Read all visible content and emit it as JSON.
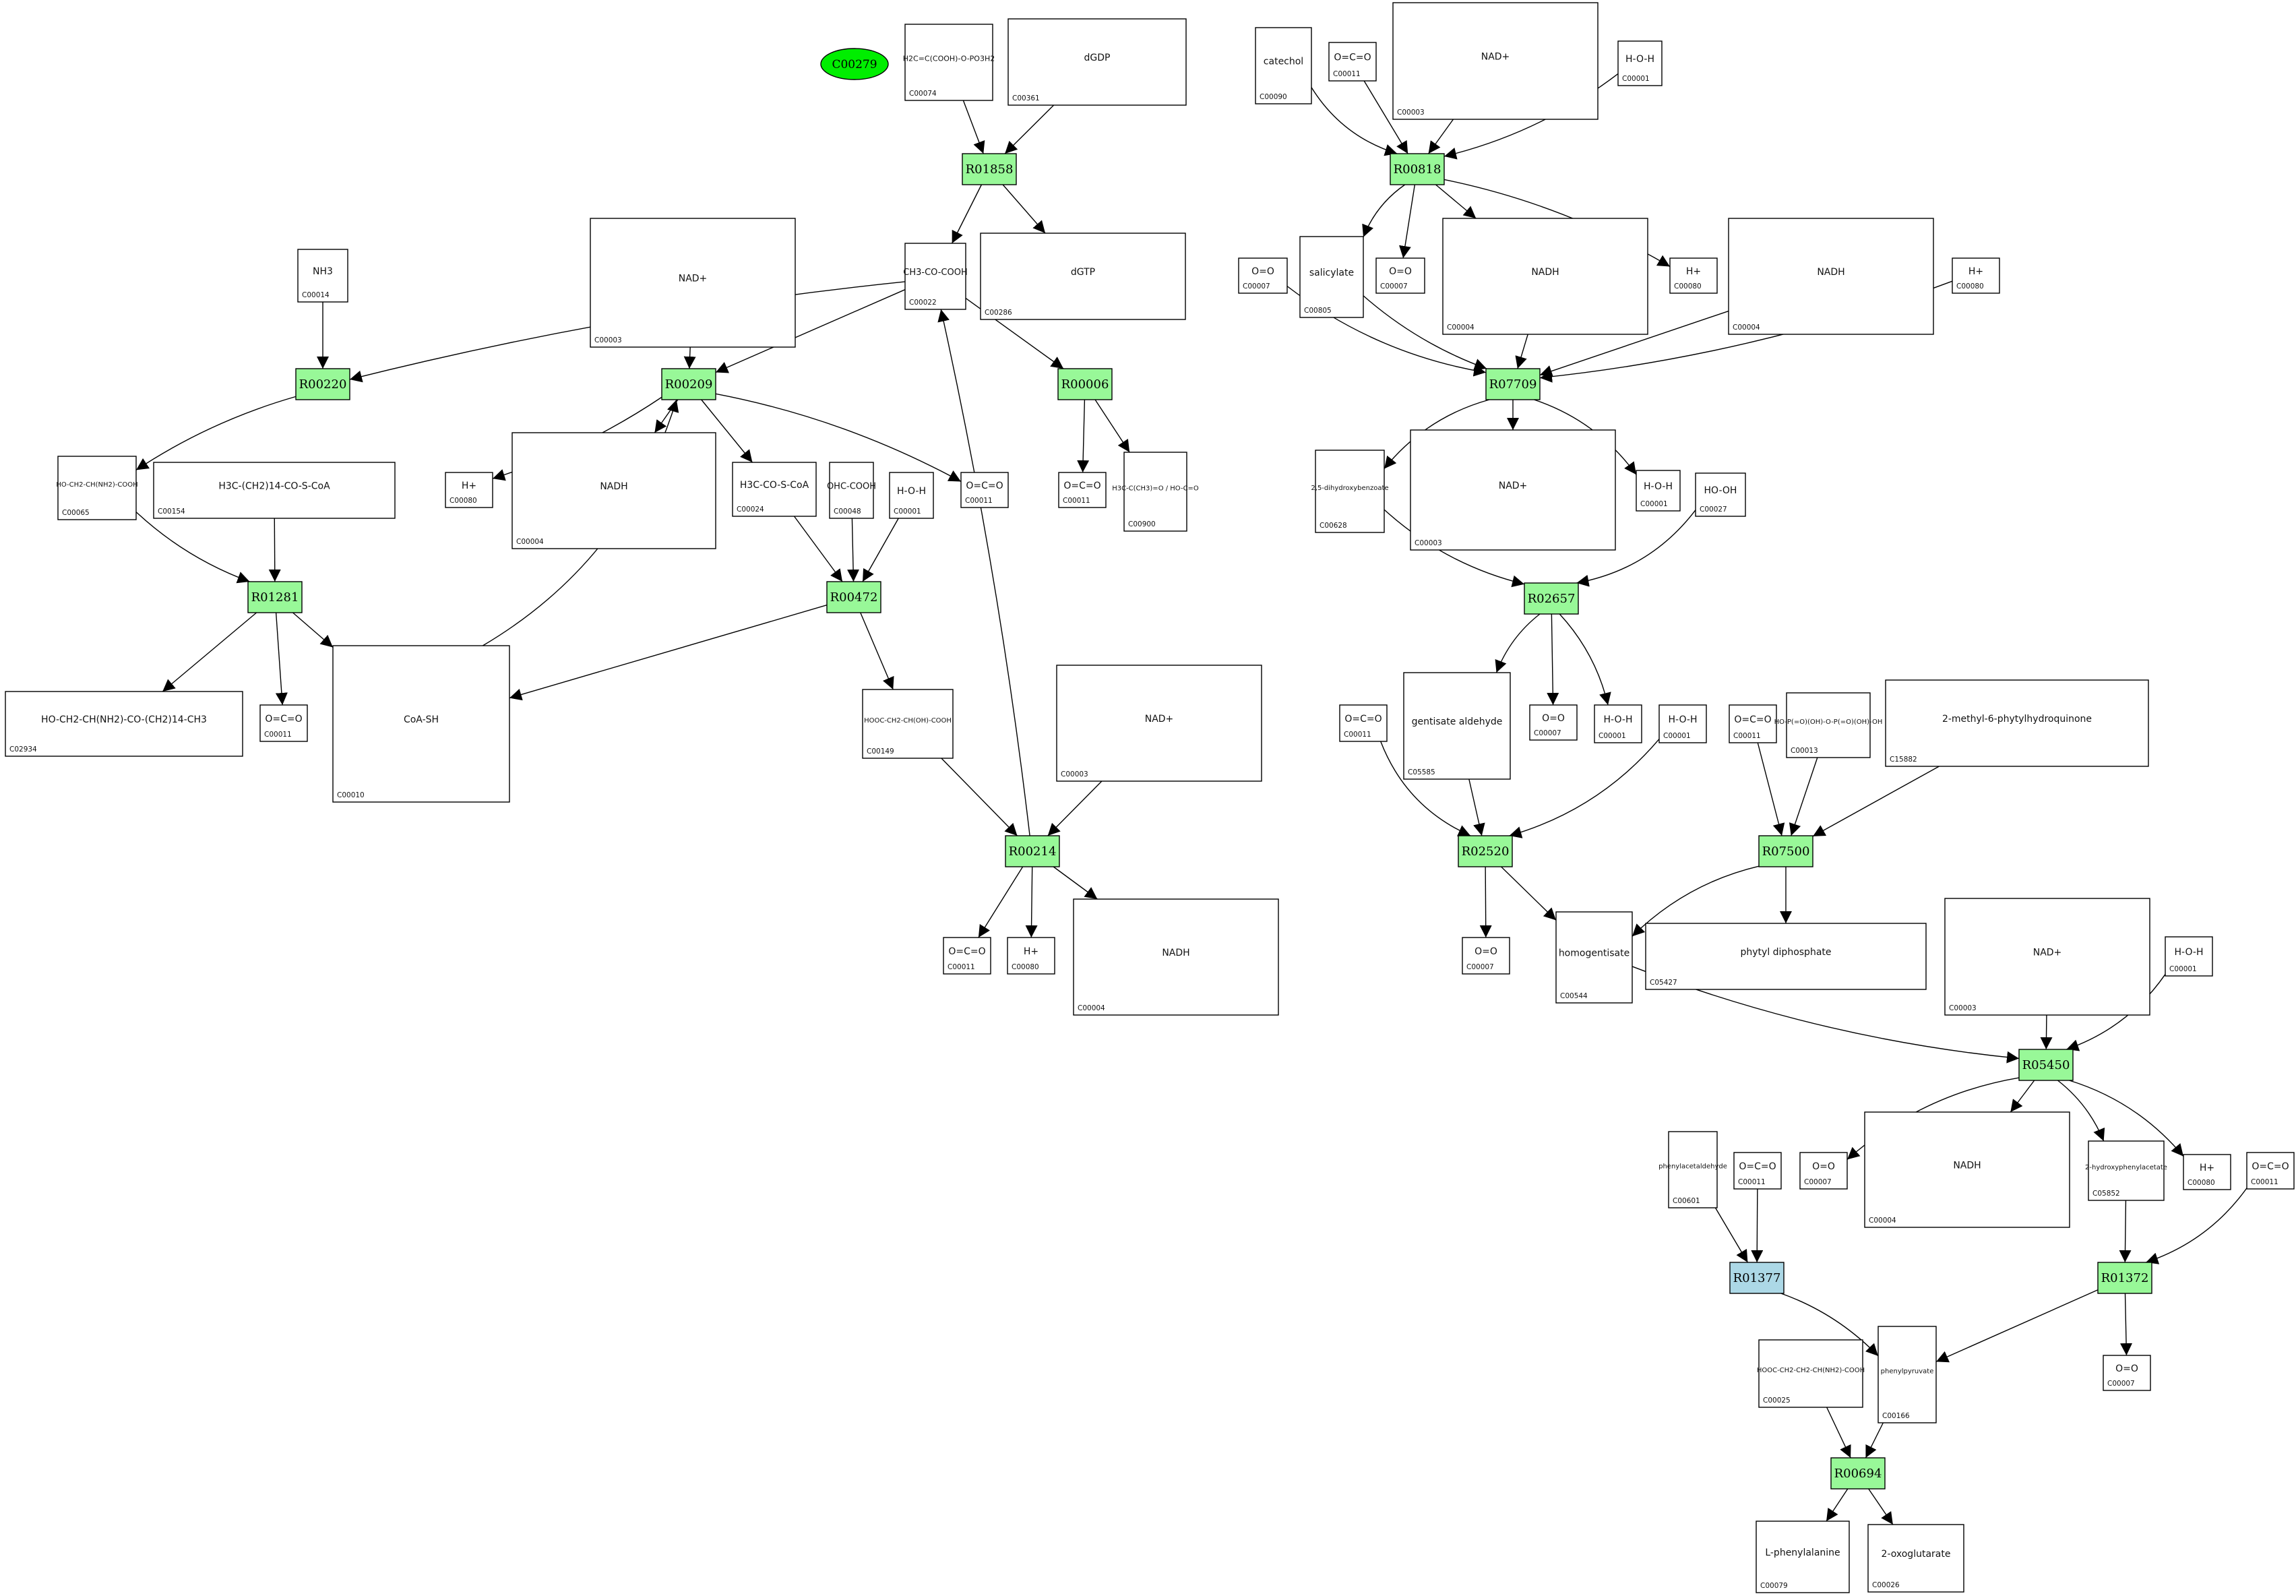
{
  "diagram": {
    "title": "",
    "reactions": [
      {
        "id": "R01858",
        "highlight": false
      },
      {
        "id": "R00220",
        "highlight": false
      },
      {
        "id": "R00209",
        "highlight": false
      },
      {
        "id": "R00006",
        "highlight": false
      },
      {
        "id": "R01281",
        "highlight": false
      },
      {
        "id": "R00472",
        "highlight": false
      },
      {
        "id": "R00214",
        "highlight": false
      },
      {
        "id": "R00818",
        "highlight": false
      },
      {
        "id": "R07709",
        "highlight": false
      },
      {
        "id": "R02657",
        "highlight": false
      },
      {
        "id": "R02520",
        "highlight": false
      },
      {
        "id": "R07500",
        "highlight": false
      },
      {
        "id": "R05450",
        "highlight": false
      },
      {
        "id": "R01377",
        "highlight": true
      },
      {
        "id": "R01372",
        "highlight": false
      },
      {
        "id": "R00694",
        "highlight": false
      }
    ],
    "focus_compound": "C00279",
    "compounds": [
      {
        "key": "c00074",
        "id": "C00074",
        "formula": "H2C=C(COOH)-O-PO3H2"
      },
      {
        "key": "c00361",
        "id": "C00361",
        "formula": "dGDP"
      },
      {
        "key": "c00014",
        "id": "C00014",
        "formula": "NH3"
      },
      {
        "key": "c00003a",
        "id": "C00003",
        "formula": "NAD+"
      },
      {
        "key": "c00022",
        "id": "C00022",
        "formula": "CH3-CO-COOH"
      },
      {
        "key": "c00286",
        "id": "C00286",
        "formula": "dGTP"
      },
      {
        "key": "c00065",
        "id": "C00065",
        "formula": "HO-CH2-CH(NH2)-COOH"
      },
      {
        "key": "c00154",
        "id": "C00154",
        "formula": "H3C-(CH2)14-CO-S-CoA"
      },
      {
        "key": "h_c00080a",
        "id": "C00080",
        "formula": "H+"
      },
      {
        "key": "c00004a",
        "id": "C00004",
        "formula": "NADH"
      },
      {
        "key": "c00024",
        "id": "C00024",
        "formula": "H3C-CO-S-CoA"
      },
      {
        "key": "c00048",
        "id": "C00048",
        "formula": "OHC-COOH"
      },
      {
        "key": "c00001a",
        "id": "C00001",
        "formula": "H-O-H"
      },
      {
        "key": "c00011a",
        "id": "C00011",
        "formula": "O=C=O"
      },
      {
        "key": "c00011b",
        "id": "C00011",
        "formula": "O=C=O"
      },
      {
        "key": "c00900",
        "id": "C00900",
        "formula": "H3C-C(CH3)=O / HO-C=O"
      },
      {
        "key": "c02934",
        "id": "C02934",
        "formula": "HO-CH2-CH(NH2)-CO-(CH2)14-CH3"
      },
      {
        "key": "c00011c",
        "id": "C00011",
        "formula": "O=C=O"
      },
      {
        "key": "c00010",
        "id": "C00010",
        "formula": "CoA-SH"
      },
      {
        "key": "c00149",
        "id": "C00149",
        "formula": "HOOC-CH2-CH(OH)-COOH"
      },
      {
        "key": "c00003b",
        "id": "C00003",
        "formula": "NAD+"
      },
      {
        "key": "c00011d",
        "id": "C00011",
        "formula": "O=C=O"
      },
      {
        "key": "h_c00080b",
        "id": "C00080",
        "formula": "H+"
      },
      {
        "key": "c00004b",
        "id": "C00004",
        "formula": "NADH"
      },
      {
        "key": "c00090",
        "id": "C00090",
        "formula": "catechol"
      },
      {
        "key": "c00011e",
        "id": "C00011",
        "formula": "O=C=O"
      },
      {
        "key": "c00003c",
        "id": "C00003",
        "formula": "NAD+"
      },
      {
        "key": "c00001b",
        "id": "C00001",
        "formula": "H-O-H"
      },
      {
        "key": "c00007a",
        "id": "C00007",
        "formula": "O=O"
      },
      {
        "key": "c00805",
        "id": "C00805",
        "formula": "salicylate"
      },
      {
        "key": "c00007b",
        "id": "C00007",
        "formula": "O=O"
      },
      {
        "key": "c00004c",
        "id": "C00004",
        "formula": "NADH"
      },
      {
        "key": "h_c00080c",
        "id": "C00080",
        "formula": "H+"
      },
      {
        "key": "c00004d",
        "id": "C00004",
        "formula": "NADH"
      },
      {
        "key": "h_c00080d",
        "id": "C00080",
        "formula": "H+"
      },
      {
        "key": "c00628",
        "id": "C00628",
        "formula": "2,5-dihydroxybenzoate"
      },
      {
        "key": "c00003d",
        "id": "C00003",
        "formula": "NAD+"
      },
      {
        "key": "c00001c",
        "id": "C00001",
        "formula": "H-O-H"
      },
      {
        "key": "c00027",
        "id": "C00027",
        "formula": "HO-OH"
      },
      {
        "key": "c05585",
        "id": "C05585",
        "formula": "gentisate aldehyde"
      },
      {
        "key": "c00007c",
        "id": "C00007",
        "formula": "O=O"
      },
      {
        "key": "c00001d",
        "id": "C00001",
        "formula": "H-O-H"
      },
      {
        "key": "c00011f",
        "id": "C00011",
        "formula": "O=C=O"
      },
      {
        "key": "c00001e",
        "id": "C00001",
        "formula": "H-O-H"
      },
      {
        "key": "c00011g",
        "id": "C00011",
        "formula": "O=C=O"
      },
      {
        "key": "c00013",
        "id": "C00013",
        "formula": "HO-P(=O)(OH)-O-P(=O)(OH)-OH"
      },
      {
        "key": "c15882",
        "id": "C15882",
        "formula": "2-methyl-6-phytylhydroquinone"
      },
      {
        "key": "c00007d",
        "id": "C00007",
        "formula": "O=O"
      },
      {
        "key": "c00544",
        "id": "C00544",
        "formula": "homogentisate"
      },
      {
        "key": "c05427",
        "id": "C05427",
        "formula": "phytyl diphosphate"
      },
      {
        "key": "c00003e",
        "id": "C00003",
        "formula": "NAD+"
      },
      {
        "key": "c00001f",
        "id": "C00001",
        "formula": "H-O-H"
      },
      {
        "key": "c00601",
        "id": "C00601",
        "formula": "phenylacetaldehyde"
      },
      {
        "key": "c00011h",
        "id": "C00011",
        "formula": "O=C=O"
      },
      {
        "key": "c00007e",
        "id": "C00007",
        "formula": "O=O"
      },
      {
        "key": "c00004e",
        "id": "C00004",
        "formula": "NADH"
      },
      {
        "key": "c05852",
        "id": "C05852",
        "formula": "2-hydroxyphenylacetate"
      },
      {
        "key": "h_c00080e",
        "id": "C00080",
        "formula": "H+"
      },
      {
        "key": "c00011i",
        "id": "C00011",
        "formula": "O=C=O"
      },
      {
        "key": "c00025",
        "id": "C00025",
        "formula": "HOOC-CH2-CH2-CH(NH2)-COOH"
      },
      {
        "key": "c00166",
        "id": "C00166",
        "formula": "phenylpyruvate"
      },
      {
        "key": "c00007f",
        "id": "C00007",
        "formula": "O=O"
      },
      {
        "key": "c00079",
        "id": "C00079",
        "formula": "L-phenylalanine"
      },
      {
        "key": "c00026",
        "id": "C00026",
        "formula": "2-oxoglutarate"
      }
    ],
    "colors": {
      "reaction_fill": "#98f898",
      "reaction_highlight_fill": "#acd8e6",
      "focus_fill": "#00ee00",
      "stroke": "#000000"
    }
  }
}
